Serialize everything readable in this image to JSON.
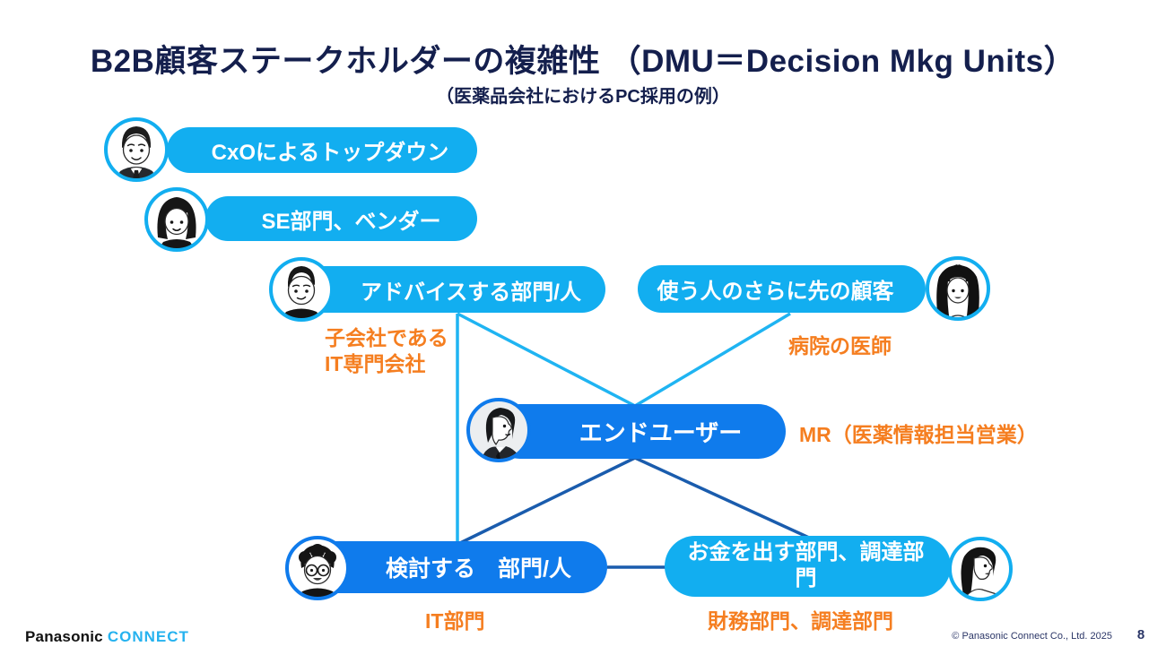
{
  "slide": {
    "title": "B2B顧客ステークホルダーの複雑性 （DMU＝Decision Mkg Units）",
    "subtitle": "（医薬品会社におけるPC採用の例）",
    "footer": {
      "logo_brand": "Panasonic",
      "logo_sub": "CONNECT",
      "copyright": "© Panasonic Connect Co., Ltd. 2025",
      "page_number": "8"
    }
  },
  "diagram": {
    "nodes": {
      "cxo": {
        "label": "CxOによるトップダウン",
        "avatar": "businessman-front-avatar"
      },
      "se": {
        "label": "SE部門、ベンダー",
        "avatar": "woman-bob-avatar"
      },
      "advise": {
        "label": "アドバイスする部門/人",
        "avatar": "man-tshirt-avatar",
        "note_line1": "子会社である",
        "note_line2": "IT専門会社"
      },
      "beyond": {
        "label": "使う人のさらに先の顧客",
        "avatar": "woman-long-hair-avatar",
        "note": "病院の医師"
      },
      "enduser": {
        "label": "エンドユーザー",
        "avatar": "businessman-profile-avatar",
        "note": "MR（医薬情報担当営業）"
      },
      "consider": {
        "label": "検討する　部門/人",
        "avatar": "man-glasses-avatar",
        "note": "IT部門"
      },
      "budget": {
        "label": "お金を出す部門、調達部門",
        "avatar": "woman-profile-avatar",
        "note": "財務部門、調達部門"
      }
    },
    "colors": {
      "pill_cyan": "#12AEF0",
      "pill_blue": "#0F7BEC",
      "connector_cyan": "#1FB4F2",
      "connector_blue": "#1A5CAD",
      "note_orange": "#F57E20",
      "title_navy": "#141F4D"
    }
  }
}
